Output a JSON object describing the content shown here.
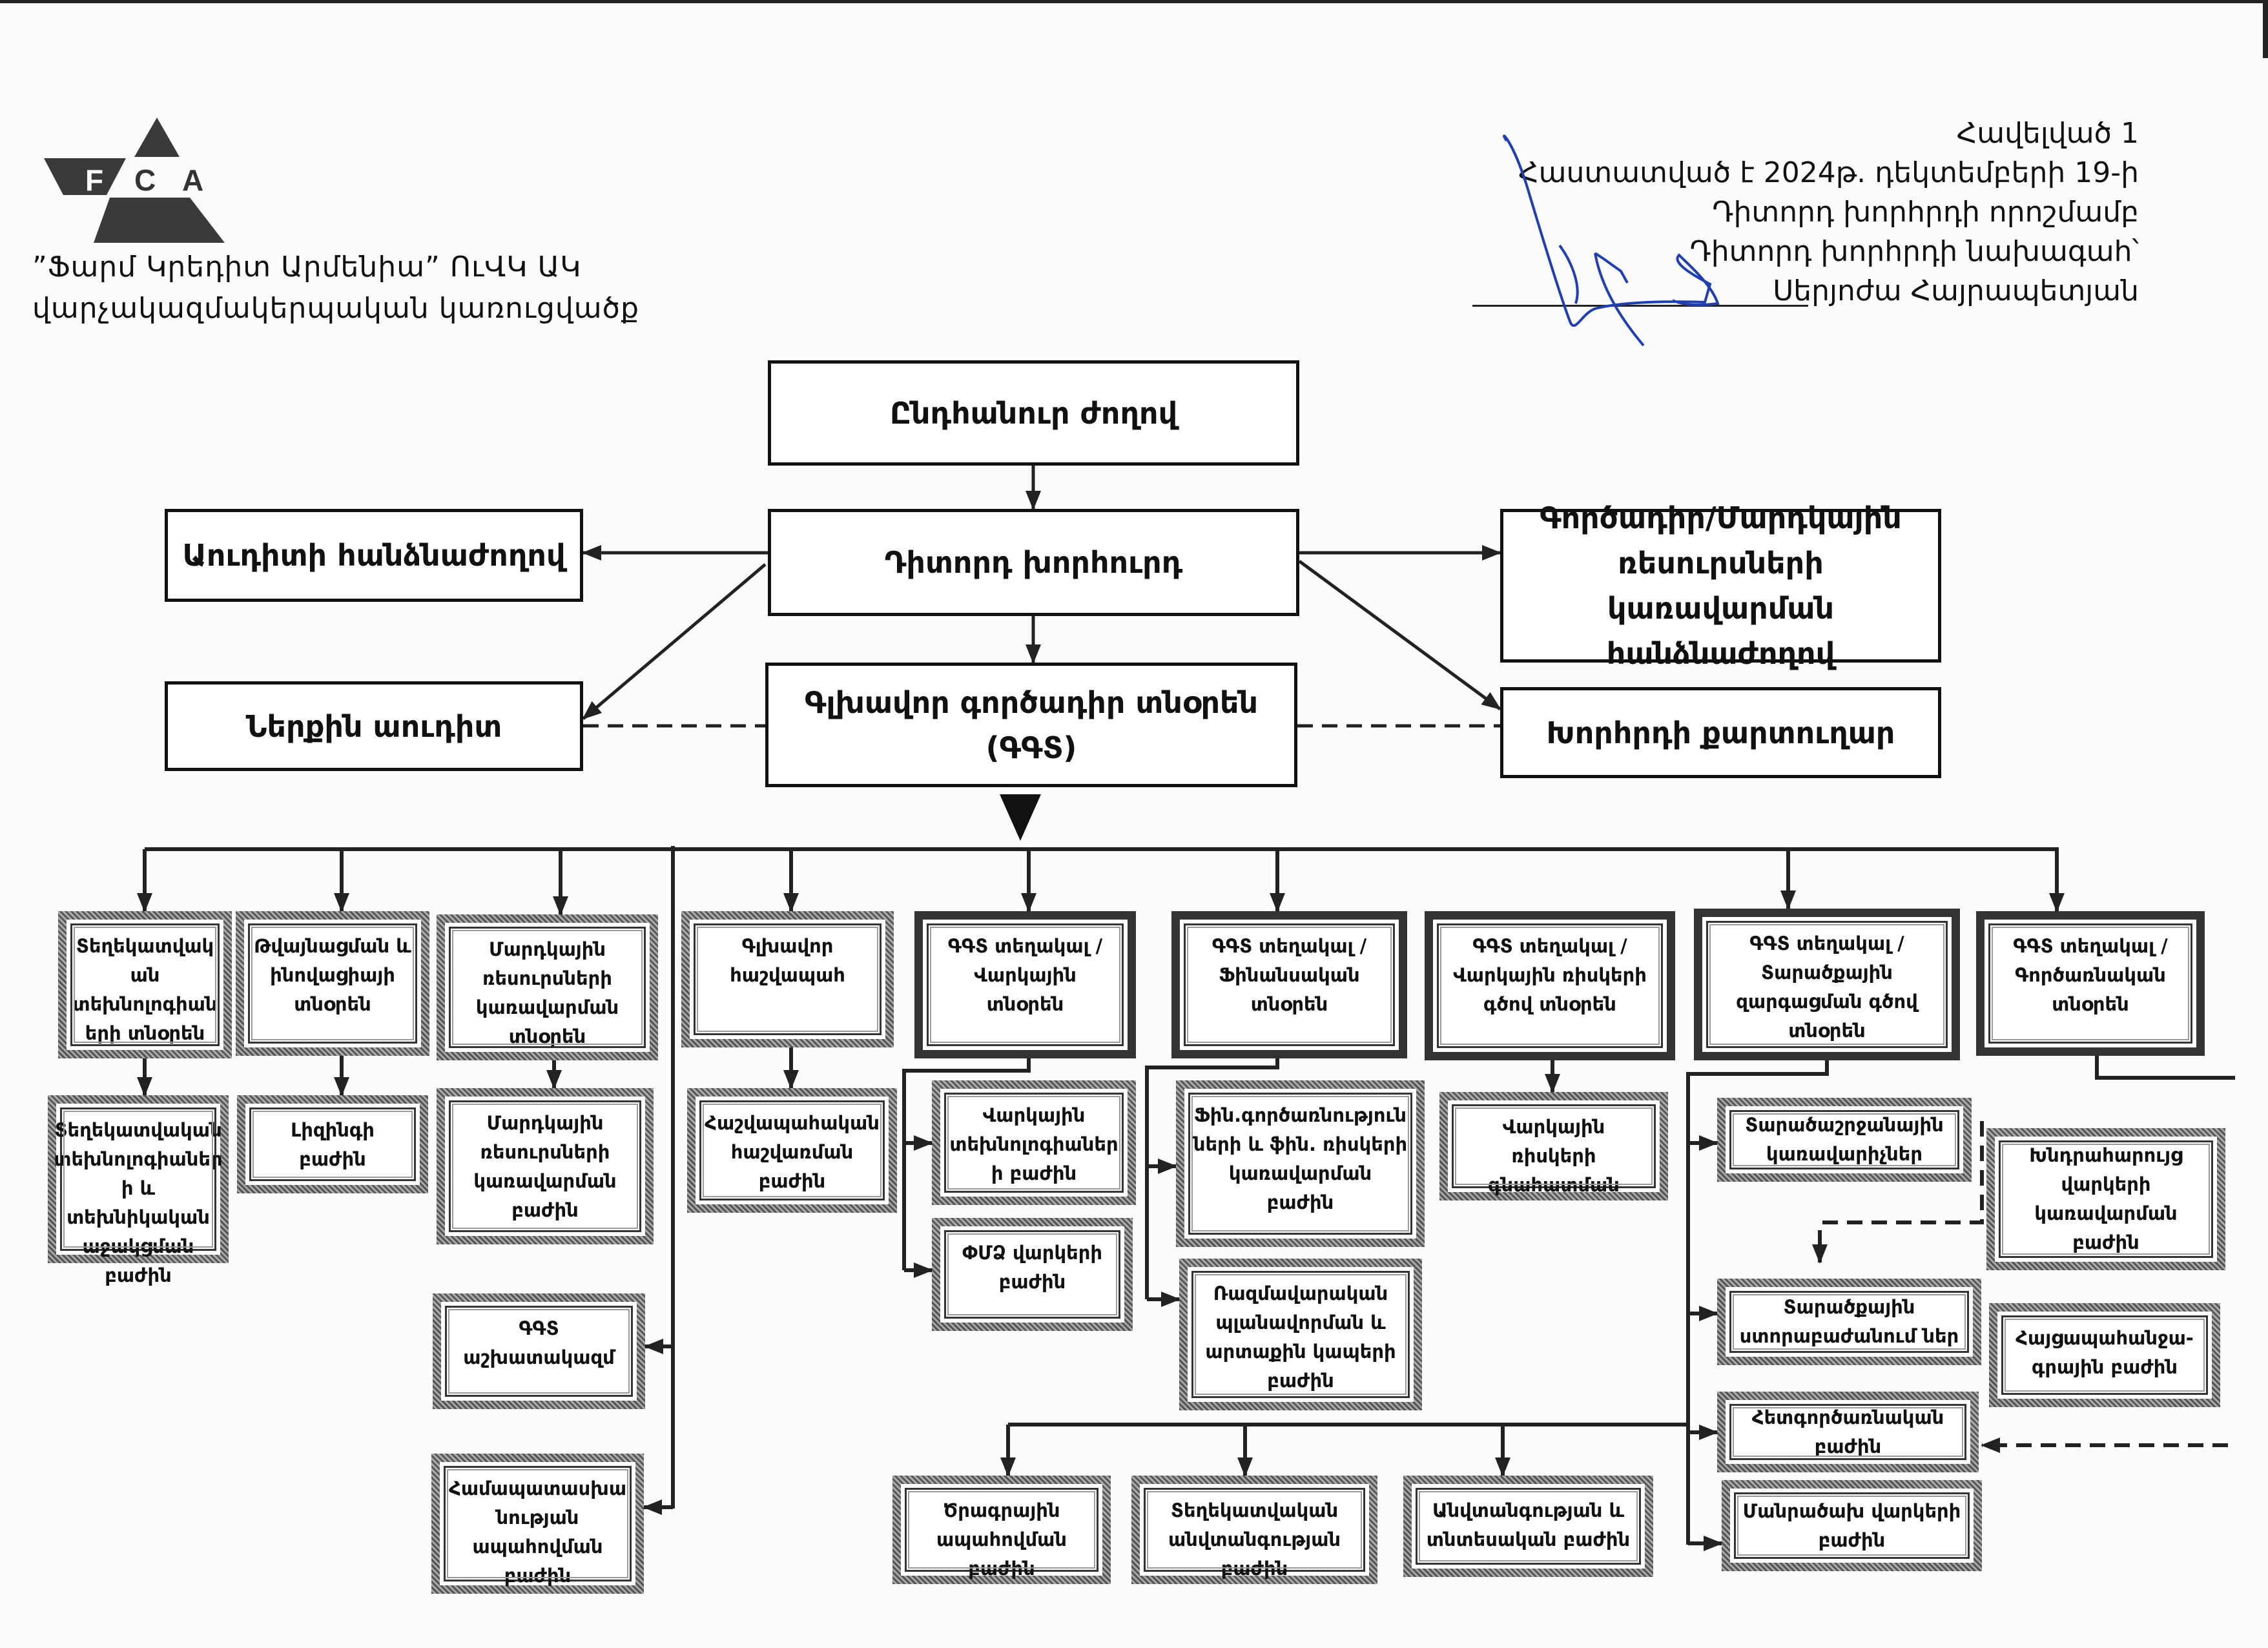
{
  "header": {
    "logo_letters": [
      "F",
      "C",
      "A"
    ],
    "company_line1": "”Ֆարմ Կրեդիտ Արմենիա” ՈւՎԿ ԱԿ",
    "company_line2": "վարչակազմակերպական կառուցվածք"
  },
  "approval": {
    "lines": [
      "Հավելված 1",
      "Հաստատված է 2024թ. դեկտեմբերի 19-ի",
      "Դիտորդ խորհրդի որոշմամբ",
      "Դիտորդ խորհրդի նախագահ՝",
      "Սերյոժա Հայրապետյան"
    ],
    "signature_color": "#1f3fb0"
  },
  "governance": {
    "general_meeting": "Ընդհանուր ժողով",
    "supervisory_board": "Դիտորդ խորհուրդ",
    "audit_committee": "Աուդիտի հանձնաժողով",
    "internal_audit": "Ներքին աուդիտ",
    "ceo": "Գլխավոր գործադիր տնօրեն\n(ԳԳՏ)",
    "hr_committee": "Գործադիր/Մարդկային\nռեսուրսների կառավարման\nհանձնաժողով",
    "board_secretary": "Խորհրդի քարտուղար"
  },
  "directors": {
    "it": "Տեղեկատվակ\nան\nտեխնոլոգիան\nերի տնօրեն",
    "digital": "Թվայնացման և\nինովացիայի\nտնօրեն",
    "hr": "Մարդկային\nռեսուրսների\nկառավարման\nտնօրեն",
    "chief_accountant": "Գլխավոր\nհաշվապահ",
    "deputy_credit": "ԳԳՏ տեղակալ /\nՎարկային\nտնօրեն",
    "deputy_finance": "ԳԳՏ տեղակալ /\nՖինանսական\nտնօրեն",
    "deputy_credit_risk": "ԳԳՏ տեղակալ /\nՎարկային ռիսկերի\nգծով տնօրեն",
    "deputy_regional": "ԳԳՏ տեղակալ /\nՏարածքային\nզարգացման գծով\nտնօրեն",
    "deputy_operations": "ԳԳՏ տեղակալ /\nԳործառնական\nտնօրեն"
  },
  "departments": {
    "it_support": "Տեղեկատվական\nտեխնոլոգիաներ\nի և տեխնիկական\nաջակցման\nբաժին",
    "leasing": "Լիզինգի\nբաժին",
    "hr_dept": "Մարդկային\nռեսուրսների\nկառավարման\nբաժին",
    "accounting": "Հաշվապահական\nհաշվառման\nբաժին",
    "credit_tech": "Վարկային\nտեխնոլոգիաներ\nի բաժին",
    "sme_loans": "ՓՄՁ վարկերի\nբաժին",
    "fin_ops_risk": "Ֆին.գործառնություն\nների և ֆին. ռիսկերի\nկառավարման\nբաժին",
    "strategic": "Ռազմավարական\nպլանավորման և\nարտաքին կապերի\nբաժին",
    "credit_risk_assessment": "Վարկային\nռիսկերի\nգնահատման",
    "regional_managers": "Տարածաշրջանային\nկառավարիչներ",
    "problem_loans": "Խնդրահարույց\nվարկերի\nկառավարման\nբաժին",
    "regional_units": "Տարածքային\nստորաբաժանում ներ",
    "claims": "Հայցապահանջա-\nգրային բաժին",
    "post_operations": "Հետգործառնական\nբաժին",
    "microloans": "Մանրածախ վարկերի\nբաժին",
    "ceo_staff": "ԳԳՏ\nաշխատակազմ",
    "compliance": "Համապատասխա\nնության\nապահովման\nբաժին",
    "software": "Ծրագրային\nապահովման\nբաժին",
    "info_security": "Տեղեկատվական\nանվտանգության\nբաժին",
    "security_household": "Անվտանգության և\nտնտեսական բաժին"
  }
}
